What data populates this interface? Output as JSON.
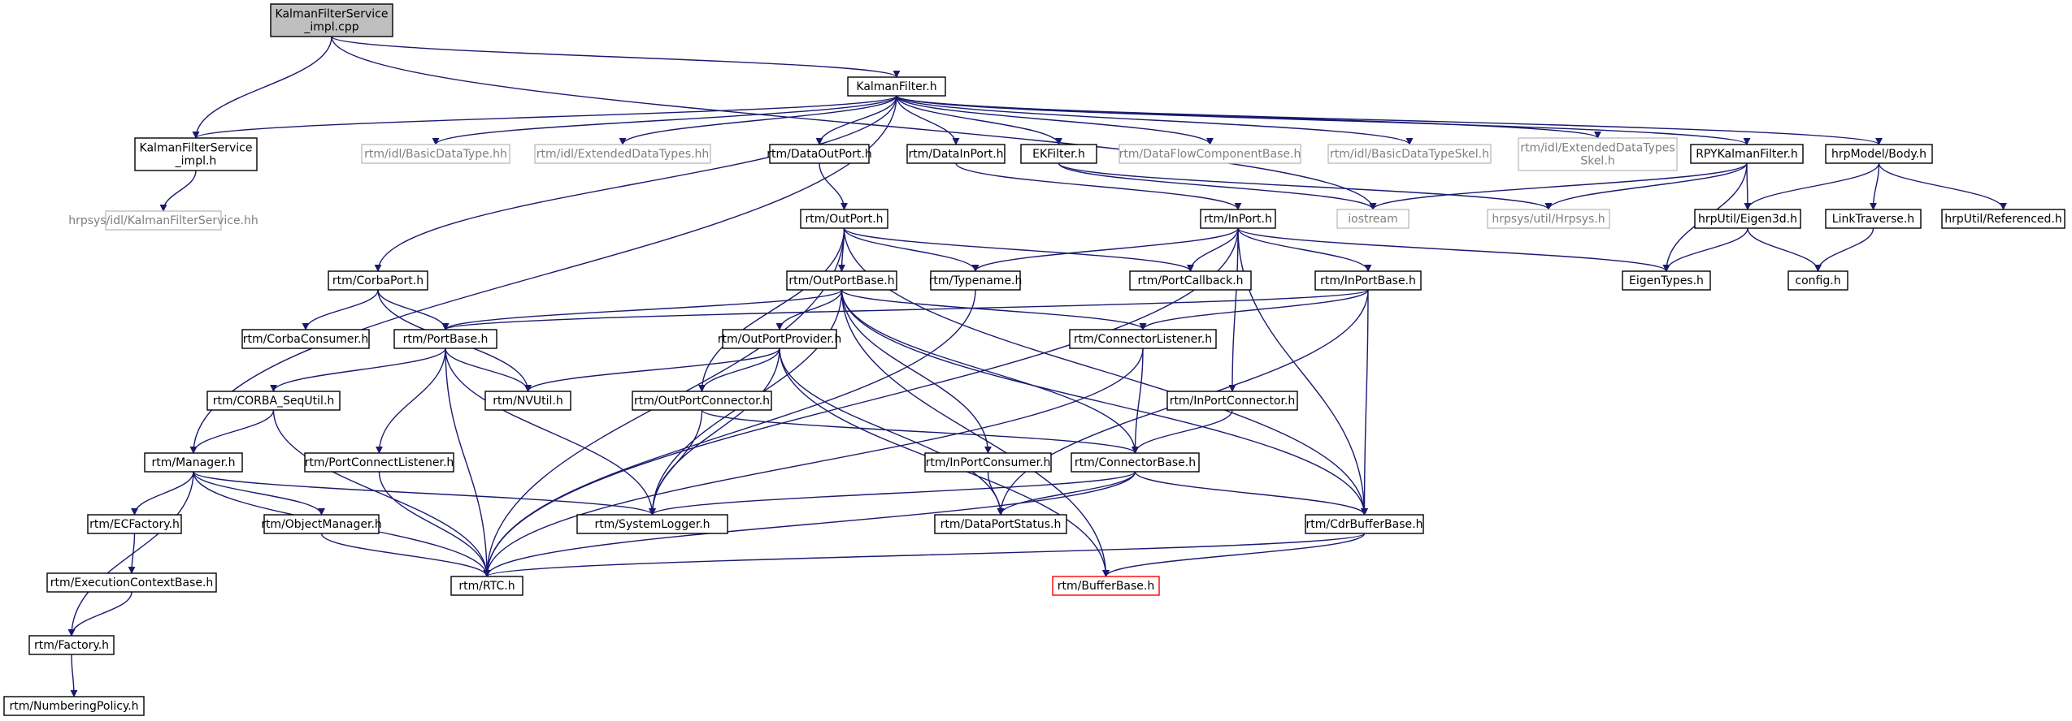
{
  "colors": {
    "edge": "#191970",
    "node_border": "#000000",
    "node_border_ext": "#bfbfbf",
    "node_border_trunc": "#ff0000",
    "root_fill": "#bfbfbf",
    "text": "#000000",
    "text_ext": "#7f7f7f"
  },
  "nodes": [
    {
      "id": "root",
      "kind": "root",
      "lines": [
        "KalmanFilterService",
        "_impl.cpp"
      ]
    },
    {
      "id": "kalman",
      "kind": "normal",
      "lines": [
        "KalmanFilter.h"
      ]
    },
    {
      "id": "kfsimpl",
      "kind": "normal",
      "lines": [
        "KalmanFilterService",
        "_impl.h"
      ]
    },
    {
      "id": "hrpsys_kfs",
      "kind": "external",
      "lines": [
        "hrpsys/idl/KalmanFilterService.hh"
      ]
    },
    {
      "id": "basicdt",
      "kind": "external",
      "lines": [
        "rtm/idl/BasicDataType.hh"
      ]
    },
    {
      "id": "extdt",
      "kind": "external",
      "lines": [
        "rtm/idl/ExtendedDataTypes.hh"
      ]
    },
    {
      "id": "dataout",
      "kind": "normal",
      "lines": [
        "rtm/DataOutPort.h"
      ]
    },
    {
      "id": "datain",
      "kind": "normal",
      "lines": [
        "rtm/DataInPort.h"
      ]
    },
    {
      "id": "ekf",
      "kind": "normal",
      "lines": [
        "EKFilter.h"
      ]
    },
    {
      "id": "dfcb",
      "kind": "external",
      "lines": [
        "rtm/DataFlowComponentBase.h"
      ]
    },
    {
      "id": "bdtskel",
      "kind": "external",
      "lines": [
        "rtm/idl/BasicDataTypeSkel.h"
      ]
    },
    {
      "id": "edtskel",
      "kind": "external",
      "lines": [
        "rtm/idl/ExtendedDataTypes",
        "Skel.h"
      ]
    },
    {
      "id": "rpykf",
      "kind": "normal",
      "lines": [
        "RPYKalmanFilter.h"
      ]
    },
    {
      "id": "body",
      "kind": "normal",
      "lines": [
        "hrpModel/Body.h"
      ]
    },
    {
      "id": "iostream",
      "kind": "external",
      "lines": [
        "iostream"
      ]
    },
    {
      "id": "hrpsysh",
      "kind": "external",
      "lines": [
        "hrpsys/util/Hrpsys.h"
      ]
    },
    {
      "id": "eigen3d",
      "kind": "normal",
      "lines": [
        "hrpUtil/Eigen3d.h"
      ]
    },
    {
      "id": "linktrav",
      "kind": "normal",
      "lines": [
        "LinkTraverse.h"
      ]
    },
    {
      "id": "referenced",
      "kind": "normal",
      "lines": [
        "hrpUtil/Referenced.h"
      ]
    },
    {
      "id": "outport",
      "kind": "normal",
      "lines": [
        "rtm/OutPort.h"
      ]
    },
    {
      "id": "inport",
      "kind": "normal",
      "lines": [
        "rtm/InPort.h"
      ]
    },
    {
      "id": "eigentypes",
      "kind": "normal",
      "lines": [
        "EigenTypes.h"
      ]
    },
    {
      "id": "config",
      "kind": "normal",
      "lines": [
        "config.h"
      ]
    },
    {
      "id": "corbaport",
      "kind": "normal",
      "lines": [
        "rtm/CorbaPort.h"
      ]
    },
    {
      "id": "outportbase",
      "kind": "normal",
      "lines": [
        "rtm/OutPortBase.h"
      ]
    },
    {
      "id": "typename",
      "kind": "normal",
      "lines": [
        "rtm/Typename.h"
      ]
    },
    {
      "id": "portcb",
      "kind": "normal",
      "lines": [
        "rtm/PortCallback.h"
      ]
    },
    {
      "id": "inportbase",
      "kind": "normal",
      "lines": [
        "rtm/InPortBase.h"
      ]
    },
    {
      "id": "corbacons",
      "kind": "normal",
      "lines": [
        "rtm/CorbaConsumer.h"
      ]
    },
    {
      "id": "portbase",
      "kind": "normal",
      "lines": [
        "rtm/PortBase.h"
      ]
    },
    {
      "id": "outportprov",
      "kind": "normal",
      "lines": [
        "rtm/OutPortProvider.h"
      ]
    },
    {
      "id": "connlistener",
      "kind": "normal",
      "lines": [
        "rtm/ConnectorListener.h"
      ]
    },
    {
      "id": "corbaseq",
      "kind": "normal",
      "lines": [
        "rtm/CORBA_SeqUtil.h"
      ]
    },
    {
      "id": "nvutil",
      "kind": "normal",
      "lines": [
        "rtm/NVUtil.h"
      ]
    },
    {
      "id": "outportconn",
      "kind": "normal",
      "lines": [
        "rtm/OutPortConnector.h"
      ]
    },
    {
      "id": "inportconn",
      "kind": "normal",
      "lines": [
        "rtm/InPortConnector.h"
      ]
    },
    {
      "id": "manager",
      "kind": "normal",
      "lines": [
        "rtm/Manager.h"
      ]
    },
    {
      "id": "portconnlistener",
      "kind": "normal",
      "lines": [
        "rtm/PortConnectListener.h"
      ]
    },
    {
      "id": "inportcons",
      "kind": "normal",
      "lines": [
        "rtm/InPortConsumer.h"
      ]
    },
    {
      "id": "connbase",
      "kind": "normal",
      "lines": [
        "rtm/ConnectorBase.h"
      ]
    },
    {
      "id": "ecfactory",
      "kind": "normal",
      "lines": [
        "rtm/ECFactory.h"
      ]
    },
    {
      "id": "objmgr",
      "kind": "normal",
      "lines": [
        "rtm/ObjectManager.h"
      ]
    },
    {
      "id": "syslogger",
      "kind": "normal",
      "lines": [
        "rtm/SystemLogger.h"
      ]
    },
    {
      "id": "dataportstatus",
      "kind": "normal",
      "lines": [
        "rtm/DataPortStatus.h"
      ]
    },
    {
      "id": "cdrbuf",
      "kind": "normal",
      "lines": [
        "rtm/CdrBufferBase.h"
      ]
    },
    {
      "id": "ecbase",
      "kind": "normal",
      "lines": [
        "rtm/ExecutionContextBase.h"
      ]
    },
    {
      "id": "rtc",
      "kind": "normal",
      "lines": [
        "rtm/RTC.h"
      ]
    },
    {
      "id": "bufbase",
      "kind": "truncated",
      "lines": [
        "rtm/BufferBase.h"
      ]
    },
    {
      "id": "factory",
      "kind": "normal",
      "lines": [
        "rtm/Factory.h"
      ]
    },
    {
      "id": "numpolicy",
      "kind": "normal",
      "lines": [
        "rtm/NumberingPolicy.h"
      ]
    }
  ],
  "edges": [
    [
      "root",
      "kalman"
    ],
    [
      "root",
      "kfsimpl"
    ],
    [
      "root",
      "iostream"
    ],
    [
      "kalman",
      "kfsimpl"
    ],
    [
      "kalman",
      "basicdt"
    ],
    [
      "kalman",
      "extdt"
    ],
    [
      "kalman",
      "dataout"
    ],
    [
      "kalman",
      "datain"
    ],
    [
      "kalman",
      "ekf"
    ],
    [
      "kalman",
      "dfcb"
    ],
    [
      "kalman",
      "bdtskel"
    ],
    [
      "kalman",
      "edtskel"
    ],
    [
      "kalman",
      "rpykf"
    ],
    [
      "kalman",
      "body"
    ],
    [
      "kalman",
      "corbaport"
    ],
    [
      "kalman",
      "manager"
    ],
    [
      "kfsimpl",
      "hrpsys_kfs"
    ],
    [
      "dataout",
      "outport"
    ],
    [
      "datain",
      "inport"
    ],
    [
      "ekf",
      "iostream"
    ],
    [
      "ekf",
      "hrpsysh"
    ],
    [
      "rpykf",
      "iostream"
    ],
    [
      "rpykf",
      "hrpsysh"
    ],
    [
      "rpykf",
      "eigen3d"
    ],
    [
      "rpykf",
      "eigentypes"
    ],
    [
      "body",
      "eigen3d"
    ],
    [
      "body",
      "linktrav"
    ],
    [
      "body",
      "referenced"
    ],
    [
      "eigen3d",
      "eigentypes"
    ],
    [
      "eigen3d",
      "config"
    ],
    [
      "linktrav",
      "config"
    ],
    [
      "outport",
      "outportbase"
    ],
    [
      "outport",
      "typename"
    ],
    [
      "outport",
      "portcb"
    ],
    [
      "outport",
      "outportconn"
    ],
    [
      "outport",
      "cdrbuf"
    ],
    [
      "outport",
      "rtc"
    ],
    [
      "inport",
      "typename"
    ],
    [
      "inport",
      "portcb"
    ],
    [
      "inport",
      "inportbase"
    ],
    [
      "inport",
      "inportconn"
    ],
    [
      "inport",
      "cdrbuf"
    ],
    [
      "inport",
      "eigentypes"
    ],
    [
      "inport",
      "rtc"
    ],
    [
      "corbaport",
      "corbacons"
    ],
    [
      "corbaport",
      "portbase"
    ],
    [
      "corbaport",
      "nvutil"
    ],
    [
      "outportbase",
      "portbase"
    ],
    [
      "outportbase",
      "outportprov"
    ],
    [
      "outportbase",
      "connlistener"
    ],
    [
      "outportbase",
      "syslogger"
    ],
    [
      "outportbase",
      "inportcons"
    ],
    [
      "outportbase",
      "connbase"
    ],
    [
      "outportbase",
      "cdrbuf"
    ],
    [
      "outportbase",
      "bufbase"
    ],
    [
      "inportbase",
      "portbase"
    ],
    [
      "inportbase",
      "connlistener"
    ],
    [
      "inportbase",
      "dataportstatus"
    ],
    [
      "inportbase",
      "cdrbuf"
    ],
    [
      "typename",
      "rtc"
    ],
    [
      "portbase",
      "corbaseq"
    ],
    [
      "portbase",
      "nvutil"
    ],
    [
      "portbase",
      "portconnlistener"
    ],
    [
      "portbase",
      "syslogger"
    ],
    [
      "portbase",
      "rtc"
    ],
    [
      "outportprov",
      "nvutil"
    ],
    [
      "outportprov",
      "outportconn"
    ],
    [
      "outportprov",
      "syslogger"
    ],
    [
      "outportprov",
      "dataportstatus"
    ],
    [
      "outportprov",
      "bufbase"
    ],
    [
      "connlistener",
      "connbase"
    ],
    [
      "connlistener",
      "rtc"
    ],
    [
      "corbaseq",
      "manager"
    ],
    [
      "corbaseq",
      "rtc"
    ],
    [
      "outportconn",
      "connbase"
    ],
    [
      "outportconn",
      "syslogger"
    ],
    [
      "inportconn",
      "connbase"
    ],
    [
      "manager",
      "ecfactory"
    ],
    [
      "manager",
      "objmgr"
    ],
    [
      "manager",
      "syslogger"
    ],
    [
      "manager",
      "rtc"
    ],
    [
      "manager",
      "factory"
    ],
    [
      "portconnlistener",
      "rtc"
    ],
    [
      "inportcons",
      "dataportstatus"
    ],
    [
      "connbase",
      "syslogger"
    ],
    [
      "connbase",
      "dataportstatus"
    ],
    [
      "connbase",
      "cdrbuf"
    ],
    [
      "connbase",
      "rtc"
    ],
    [
      "cdrbuf",
      "rtc"
    ],
    [
      "cdrbuf",
      "bufbase"
    ],
    [
      "ecfactory",
      "ecbase"
    ],
    [
      "objmgr",
      "rtc"
    ],
    [
      "ecbase",
      "factory"
    ],
    [
      "factory",
      "numpolicy"
    ]
  ]
}
